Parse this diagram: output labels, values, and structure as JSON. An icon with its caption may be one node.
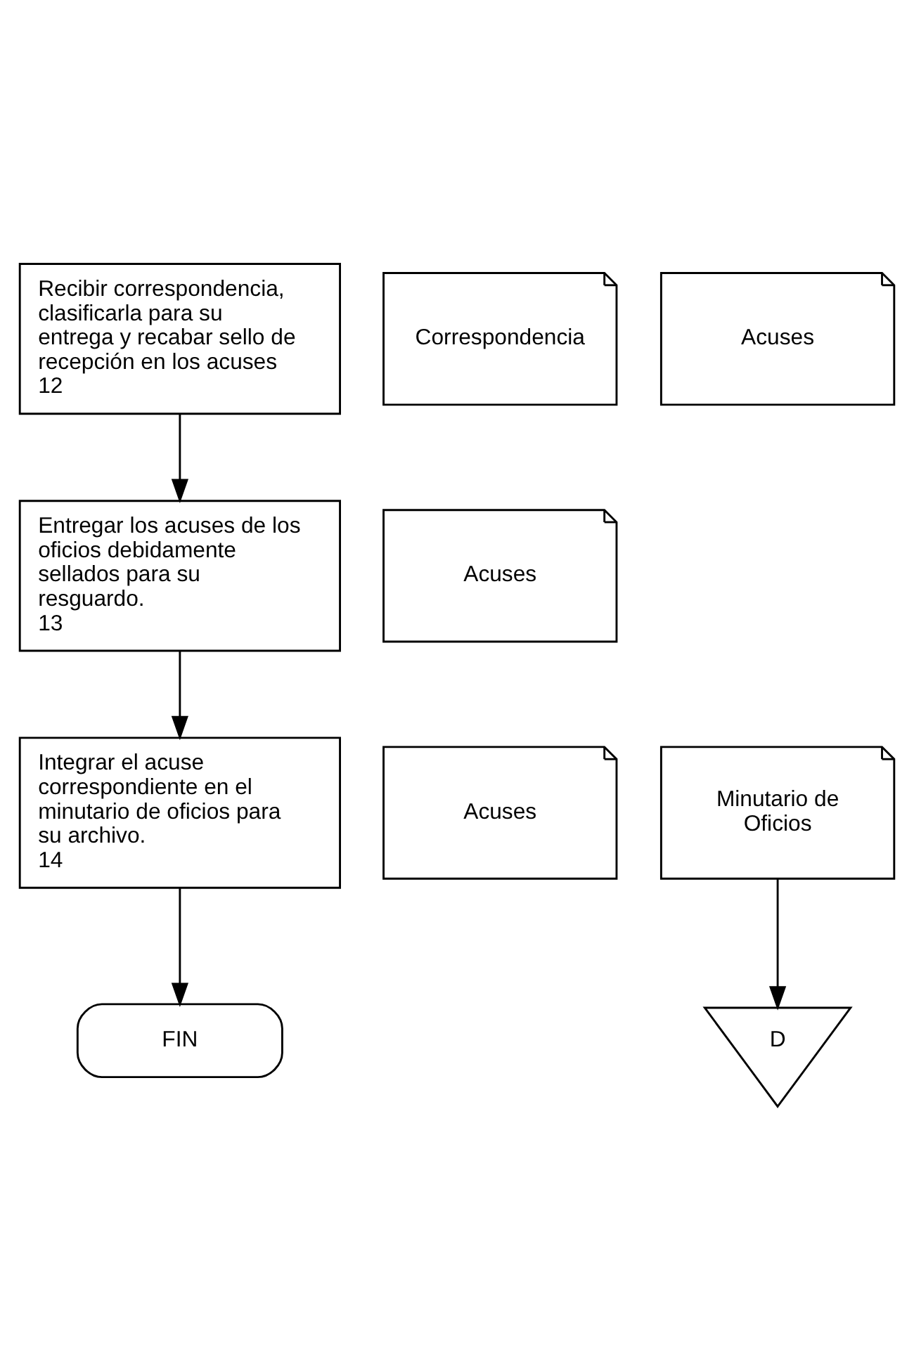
{
  "diagram": {
    "nodes": [
      {
        "text": [
          "Recibir correspondencia, clasificarla para su entrega y recabar sello de recepción en los acuses",
          "12"
        ]
      },
      {
        "text": [
          "Correspondencia"
        ]
      },
      {
        "text": [
          "Acuses"
        ]
      },
      {
        "text": [
          "Entregar los acuses de los oficios debidamente sellados para su resguardo.",
          "13"
        ]
      },
      {
        "text": [
          "Acuses"
        ]
      },
      {
        "text": [
          "Integrar el acuse correspondiente en el minutario de oficios para su archivo.",
          "14"
        ]
      },
      {
        "text": [
          "Acuses"
        ]
      },
      {
        "text": [
          "Minutario de Oficios"
        ]
      },
      {
        "text": [
          "FIN"
        ]
      },
      {
        "text": [
          "D"
        ]
      }
    ],
    "edges": [
      {
        "from": 0,
        "to": 3,
        "arrow": "to"
      },
      {
        "from": 3,
        "to": 5,
        "arrow": "to"
      },
      {
        "from": 5,
        "to": 8,
        "arrow": "to"
      },
      {
        "from": 7,
        "to": 9,
        "arrow": "to"
      }
    ]
  }
}
